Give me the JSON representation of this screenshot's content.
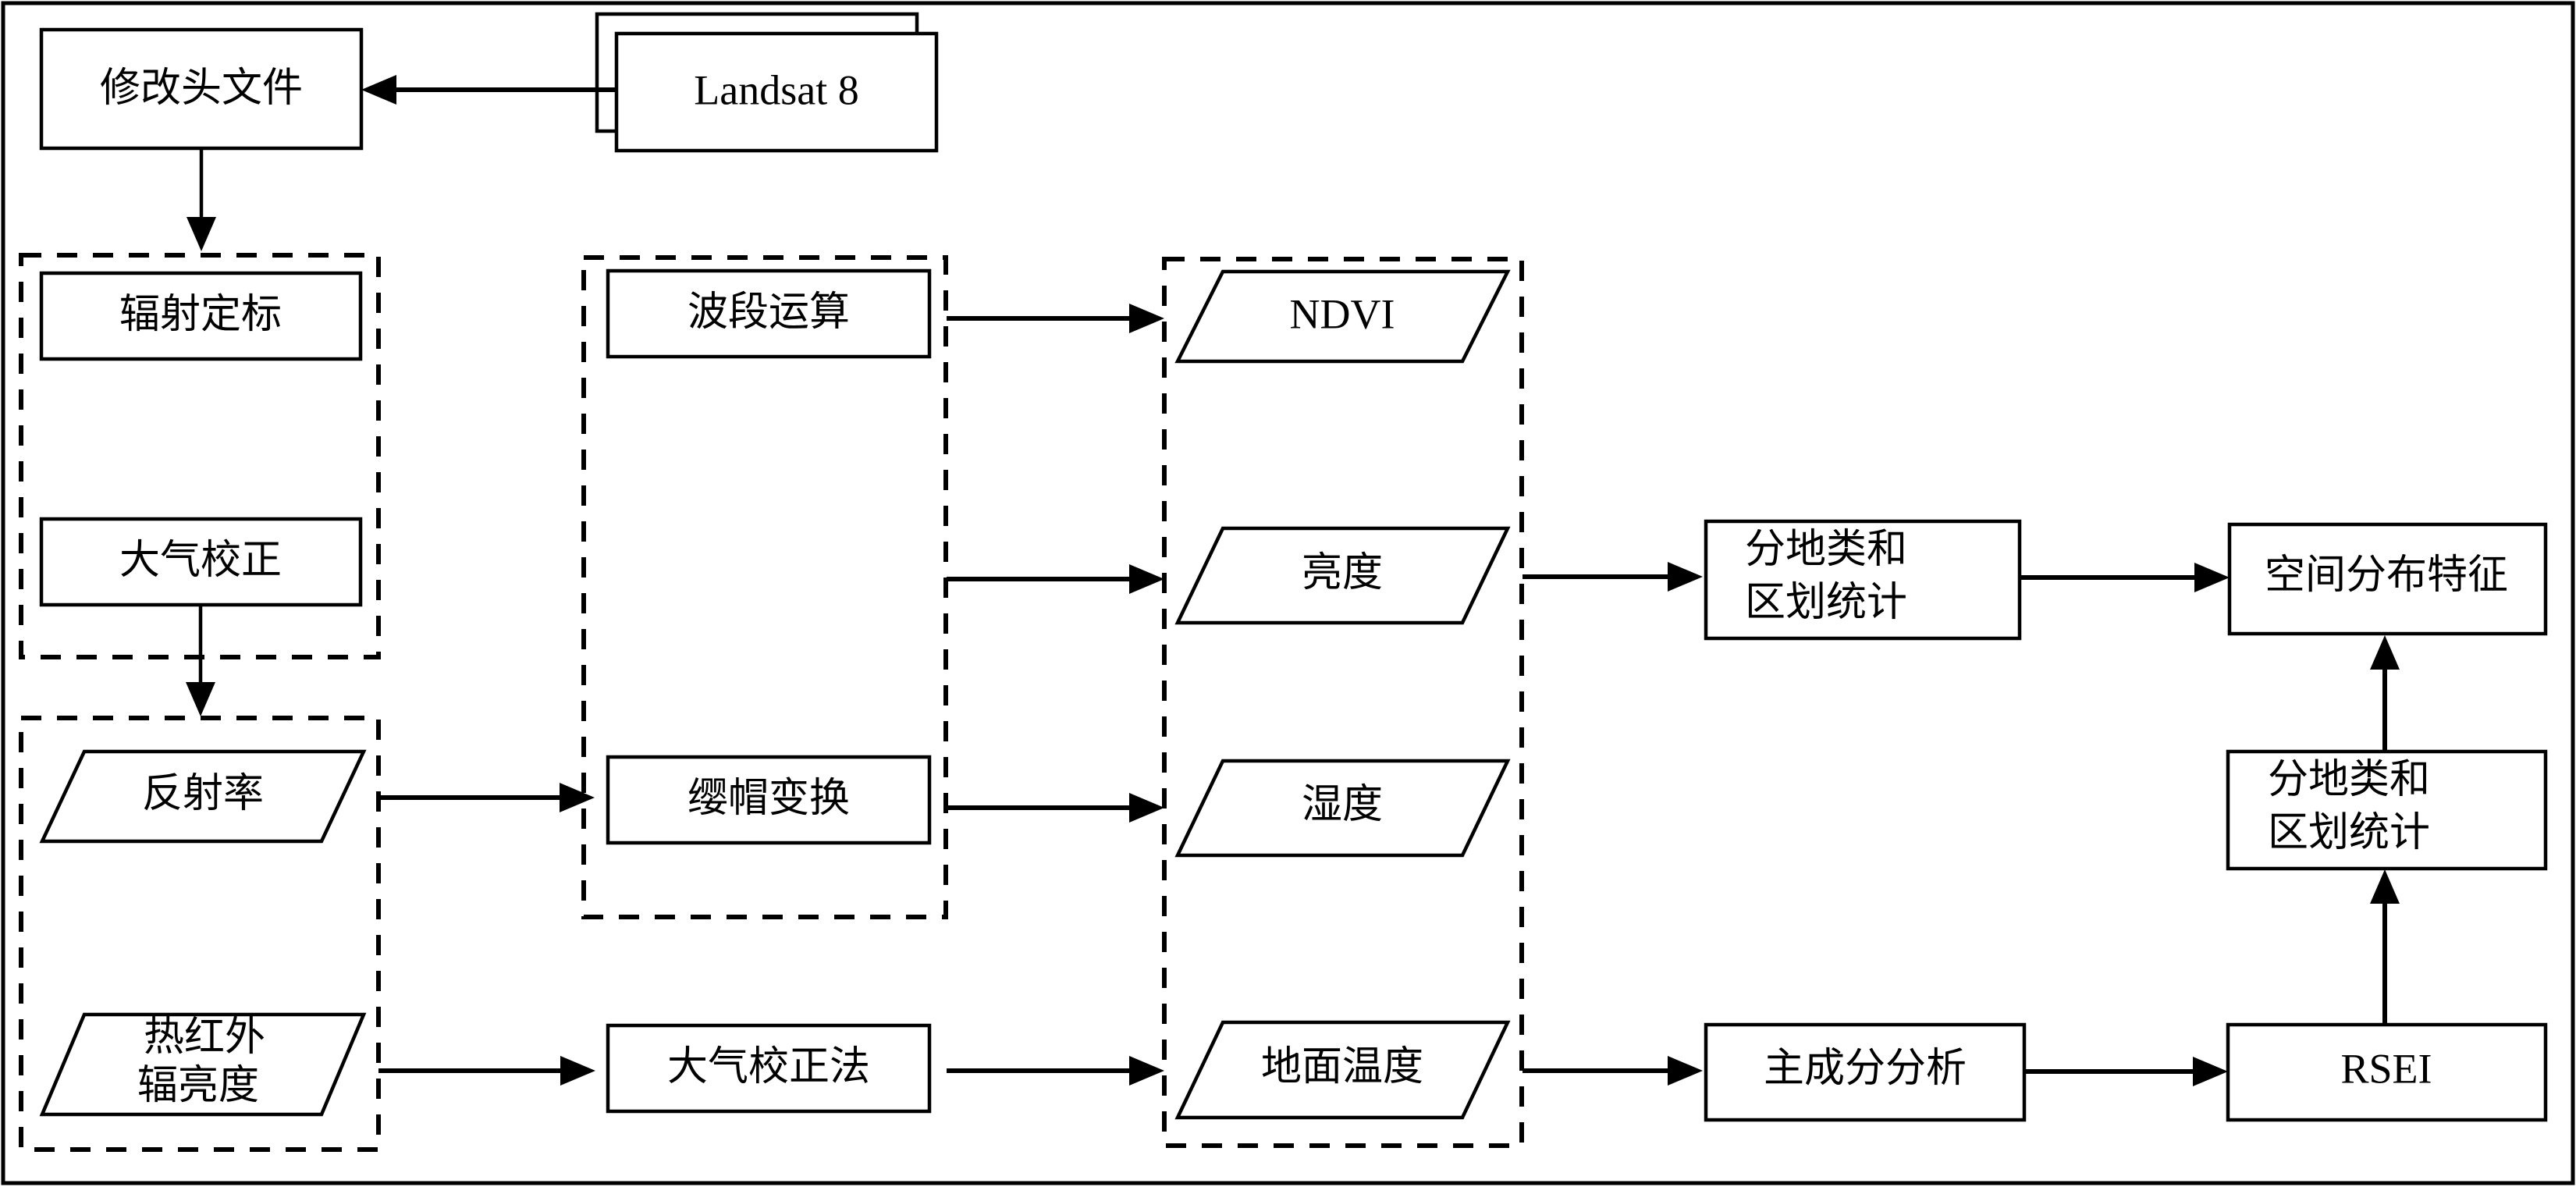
{
  "diagram": {
    "title_present": false,
    "colors": {
      "stroke": "#000000",
      "background": "#ffffff",
      "text": "#000000"
    },
    "nodes": {
      "modify_header": {
        "label": "修改头文件",
        "shape": "rectangle"
      },
      "landsat8": {
        "label": "Landsat 8",
        "shape": "stacked-rectangle"
      },
      "radiometric_calibration": {
        "label": "辐射定标",
        "shape": "rectangle"
      },
      "atmospheric_correction": {
        "label": "大气校正",
        "shape": "rectangle"
      },
      "reflectance": {
        "label": "反射率",
        "shape": "parallelogram"
      },
      "thermal_radiance_line1": {
        "label": "热红外",
        "shape": "parallelogram"
      },
      "thermal_radiance_line2": {
        "label": "辐亮度",
        "shape": "parallelogram"
      },
      "band_math": {
        "label": "波段运算",
        "shape": "rectangle"
      },
      "tasseled_cap": {
        "label": "缨帽变换",
        "shape": "rectangle"
      },
      "atmospheric_correction_method": {
        "label": "大气校正法",
        "shape": "rectangle"
      },
      "ndvi": {
        "label": "NDVI",
        "shape": "parallelogram"
      },
      "brightness": {
        "label": "亮度",
        "shape": "parallelogram"
      },
      "wetness": {
        "label": "湿度",
        "shape": "parallelogram"
      },
      "land_surface_temperature": {
        "label": "地面温度",
        "shape": "parallelogram"
      },
      "zonal_stats_top_line1": {
        "label": "分地类和",
        "shape": "rectangle"
      },
      "zonal_stats_top_line2": {
        "label": "区划统计",
        "shape": "rectangle"
      },
      "spatial_distribution": {
        "label": "空间分布特征",
        "shape": "rectangle"
      },
      "zonal_stats_bottom_line1": {
        "label": "分地类和",
        "shape": "rectangle"
      },
      "zonal_stats_bottom_line2": {
        "label": "区划统计",
        "shape": "rectangle"
      },
      "pca": {
        "label": "主成分分析",
        "shape": "rectangle"
      },
      "rsei": {
        "label": "RSEI",
        "shape": "rectangle"
      }
    },
    "groups": [
      {
        "name": "preprocessing-group",
        "members": [
          "辐射定标",
          "大气校正"
        ]
      },
      {
        "name": "products-group",
        "members": [
          "反射率",
          "热红外辐亮度"
        ]
      },
      {
        "name": "transform-group",
        "members": [
          "波段运算",
          "缨帽变换"
        ]
      },
      {
        "name": "indicators-group",
        "members": [
          "NDVI",
          "亮度",
          "湿度",
          "地面温度"
        ]
      }
    ],
    "edges": [
      {
        "from": "Landsat 8",
        "to": "修改头文件"
      },
      {
        "from": "修改头文件",
        "to": "辐射定标"
      },
      {
        "from": "大气校正",
        "to": "反射率"
      },
      {
        "from": "反射率",
        "to": "缨帽变换"
      },
      {
        "from": "波段运算",
        "to": "NDVI"
      },
      {
        "from": "缨帽变换",
        "to": "亮度"
      },
      {
        "from": "缨帽变换",
        "to": "湿度"
      },
      {
        "from": "热红外辐亮度",
        "to": "大气校正法"
      },
      {
        "from": "大气校正法",
        "to": "地面温度"
      },
      {
        "from": "亮度",
        "to": "分地类和区划统计"
      },
      {
        "from": "分地类和区划统计",
        "to": "空间分布特征"
      },
      {
        "from": "地面温度",
        "to": "主成分分析"
      },
      {
        "from": "主成分分析",
        "to": "RSEI"
      },
      {
        "from": "RSEI",
        "to": "分地类和区划统计"
      },
      {
        "from": "分地类和区划统计",
        "to": "空间分布特征"
      }
    ]
  }
}
